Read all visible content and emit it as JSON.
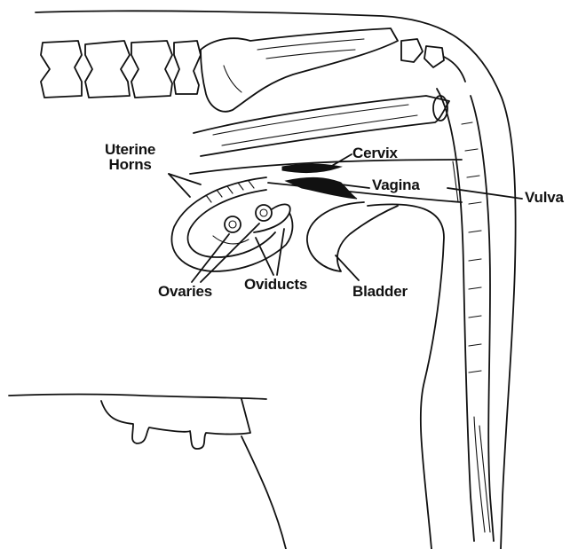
{
  "diagram": {
    "labels": {
      "uterine_horns_line1": "Uterine",
      "uterine_horns_line2": "Horns",
      "cervix": "Cervix",
      "vagina": "Vagina",
      "vulva": "Vulva",
      "ovaries": "Ovaries",
      "oviducts": "Oviducts",
      "bladder": "Bladder"
    }
  }
}
